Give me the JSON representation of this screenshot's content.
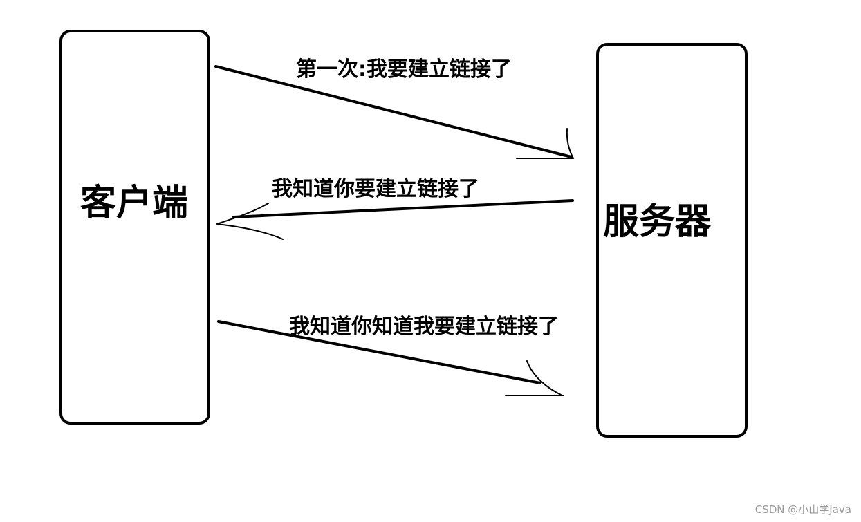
{
  "nodes": {
    "client": "客户端",
    "server": "服务器"
  },
  "messages": [
    "第一次:我要建立链接了",
    "我知道你要建立链接了",
    "我知道你知道我要建立链接了"
  ],
  "watermark": "CSDN @小山学Java",
  "colors": {
    "stroke": "#000000",
    "background": "#ffffff",
    "watermark": "#9a9a9a"
  }
}
